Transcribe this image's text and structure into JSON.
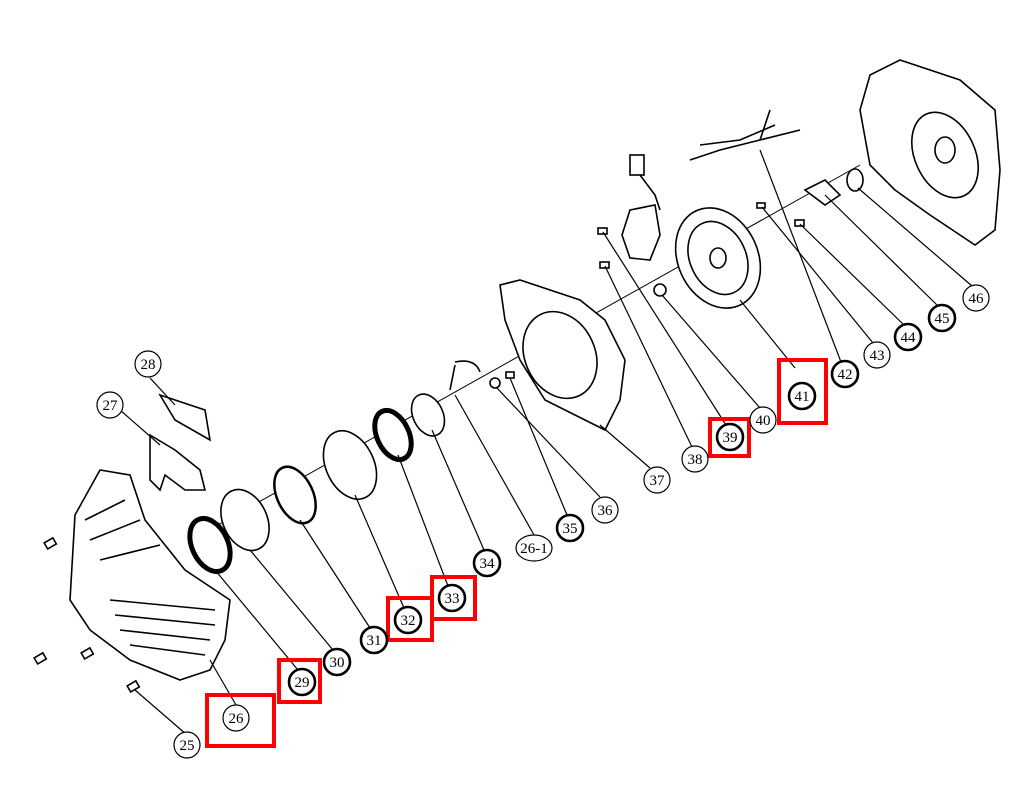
{
  "diagram": {
    "title": "Exploded parts view - starter and flywheel assembly",
    "highlight_color": "#ff0000",
    "highlighted_parts": [
      "26",
      "29",
      "32",
      "33",
      "39",
      "41"
    ],
    "callouts": [
      {
        "label": "25",
        "highlighted": false
      },
      {
        "label": "26",
        "highlighted": true
      },
      {
        "label": "26-1",
        "highlighted": false
      },
      {
        "label": "27",
        "highlighted": false
      },
      {
        "label": "28",
        "highlighted": false
      },
      {
        "label": "29",
        "highlighted": true
      },
      {
        "label": "30",
        "highlighted": false
      },
      {
        "label": "31",
        "highlighted": false
      },
      {
        "label": "32",
        "highlighted": true
      },
      {
        "label": "33",
        "highlighted": true
      },
      {
        "label": "34",
        "highlighted": false
      },
      {
        "label": "35",
        "highlighted": false
      },
      {
        "label": "36",
        "highlighted": false
      },
      {
        "label": "37",
        "highlighted": false
      },
      {
        "label": "38",
        "highlighted": false
      },
      {
        "label": "39",
        "highlighted": true
      },
      {
        "label": "40",
        "highlighted": false
      },
      {
        "label": "41",
        "highlighted": true
      },
      {
        "label": "42",
        "highlighted": false
      },
      {
        "label": "43",
        "highlighted": false
      },
      {
        "label": "44",
        "highlighted": false
      },
      {
        "label": "45",
        "highlighted": false
      },
      {
        "label": "46",
        "highlighted": false
      }
    ]
  }
}
